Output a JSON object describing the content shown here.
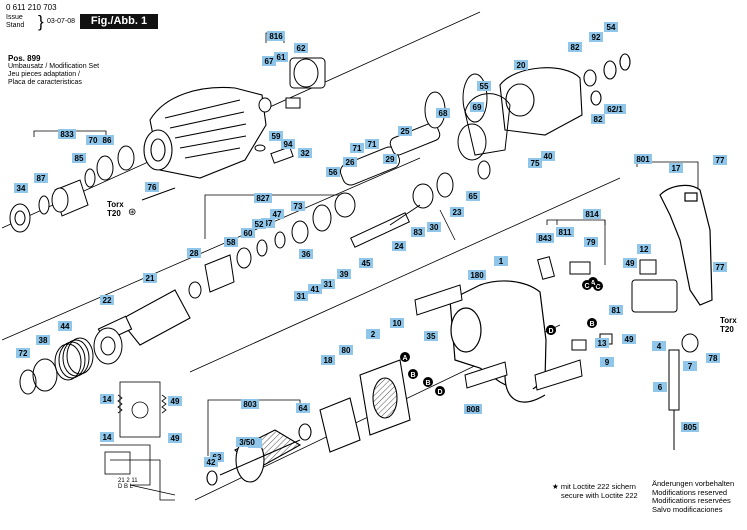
{
  "header": {
    "doc_number": "0 611 210 703",
    "issue_line": "Issue",
    "stand_line": "Stand",
    "date": "03-07-08",
    "fig_label": "Fig./Abb. 1"
  },
  "modification_set": {
    "title": "Pos. 899",
    "lines": [
      "Umbausatz / Modification Set",
      "Jeu pieces adaptation /",
      "Placa de caracteristicas"
    ]
  },
  "torx_labels": [
    {
      "label": "Torx",
      "size": "T20"
    },
    {
      "label": "Torx",
      "size": "T20"
    }
  ],
  "footer": {
    "loctite_de": "mit Loctite 222 sichern",
    "loctite_en": "secure with Loctite 222",
    "reserved": [
      "Änderungen vorbehalten",
      "Modifications reserved",
      "Modifications reservées",
      "Salvo modificaciones"
    ]
  },
  "wiring": {
    "term1": "21",
    "term2": "2",
    "term3": "11",
    "sub1": "D",
    "sub2": "B",
    "sub3": "L"
  },
  "callouts": [
    "816",
    "67",
    "61",
    "62",
    "54",
    "92",
    "82",
    "20",
    "55",
    "62/1",
    "82",
    "75",
    "40",
    "69",
    "68",
    "71",
    "71",
    "29",
    "26",
    "25",
    "833",
    "70",
    "86",
    "85",
    "87",
    "34",
    "59",
    "94",
    "32",
    "76",
    "801",
    "17",
    "77",
    "77",
    "12",
    "49",
    "81",
    "49",
    "843",
    "811",
    "814",
    "79",
    "1",
    "180",
    "10",
    "13",
    "827",
    "73",
    "47",
    "37",
    "52",
    "60",
    "58",
    "56",
    "23",
    "65",
    "30",
    "83",
    "24",
    "28",
    "21",
    "36",
    "45",
    "39",
    "31",
    "41",
    "31",
    "22",
    "44",
    "38",
    "72",
    "35",
    "2",
    "18",
    "80",
    "808",
    "9",
    "4",
    "7",
    "78",
    "6",
    "805",
    "3",
    "803",
    "64",
    "3/50",
    "63",
    "42",
    "14",
    "49",
    "14",
    "49"
  ],
  "letters": [
    "A",
    "B",
    "C",
    "D",
    "A",
    "B",
    "D",
    "C",
    "B",
    "D"
  ]
}
